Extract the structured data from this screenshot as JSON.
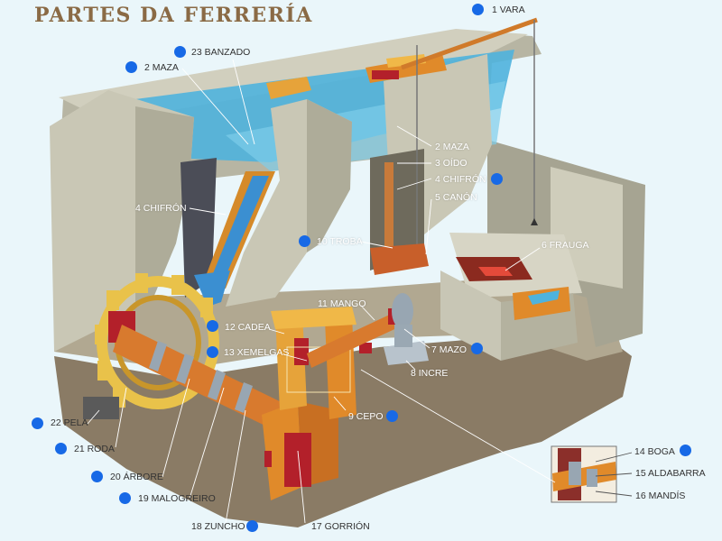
{
  "title": "PARTES DA FERRERÍA",
  "parts": {
    "p1": "1 VARA",
    "p2a": "2 MAZA",
    "p2b": "2 MAZA",
    "p3": "3 OÍDO",
    "p4a": "4 CHIFRÓN",
    "p4b": "4 CHIFRÓN",
    "p5": "5 CANÓN",
    "p6": "6 FRAUGA",
    "p7": "7 MAZO",
    "p8": "8 INCRE",
    "p9": "9 CEPO",
    "p10": "10 TROBA",
    "p11": "11 MANGO",
    "p12": "12 CADEA",
    "p13": "13 XEMELGAS",
    "p14": "14 BOGA",
    "p15": "15 ALDABARRA",
    "p16": "16 MANDÍS",
    "p17": "17 GORRIÓN",
    "p18": "18 ZUNCHO",
    "p19": "19 MALOGREIRO",
    "p20": "20 ÁRBORE",
    "p21": "21 RODA",
    "p22": "22 PELA",
    "p23": "23 BANZADO"
  },
  "colors": {
    "background": "#eaf6fa",
    "ground": "#8a7b65",
    "stone": "#c9c7b5",
    "water": "#4fb3dd",
    "wood": "#e08a2a",
    "wheel": "#e9c24a",
    "metal": "#98a6b2",
    "red": "#b3202a",
    "marker": "#1769e6"
  }
}
